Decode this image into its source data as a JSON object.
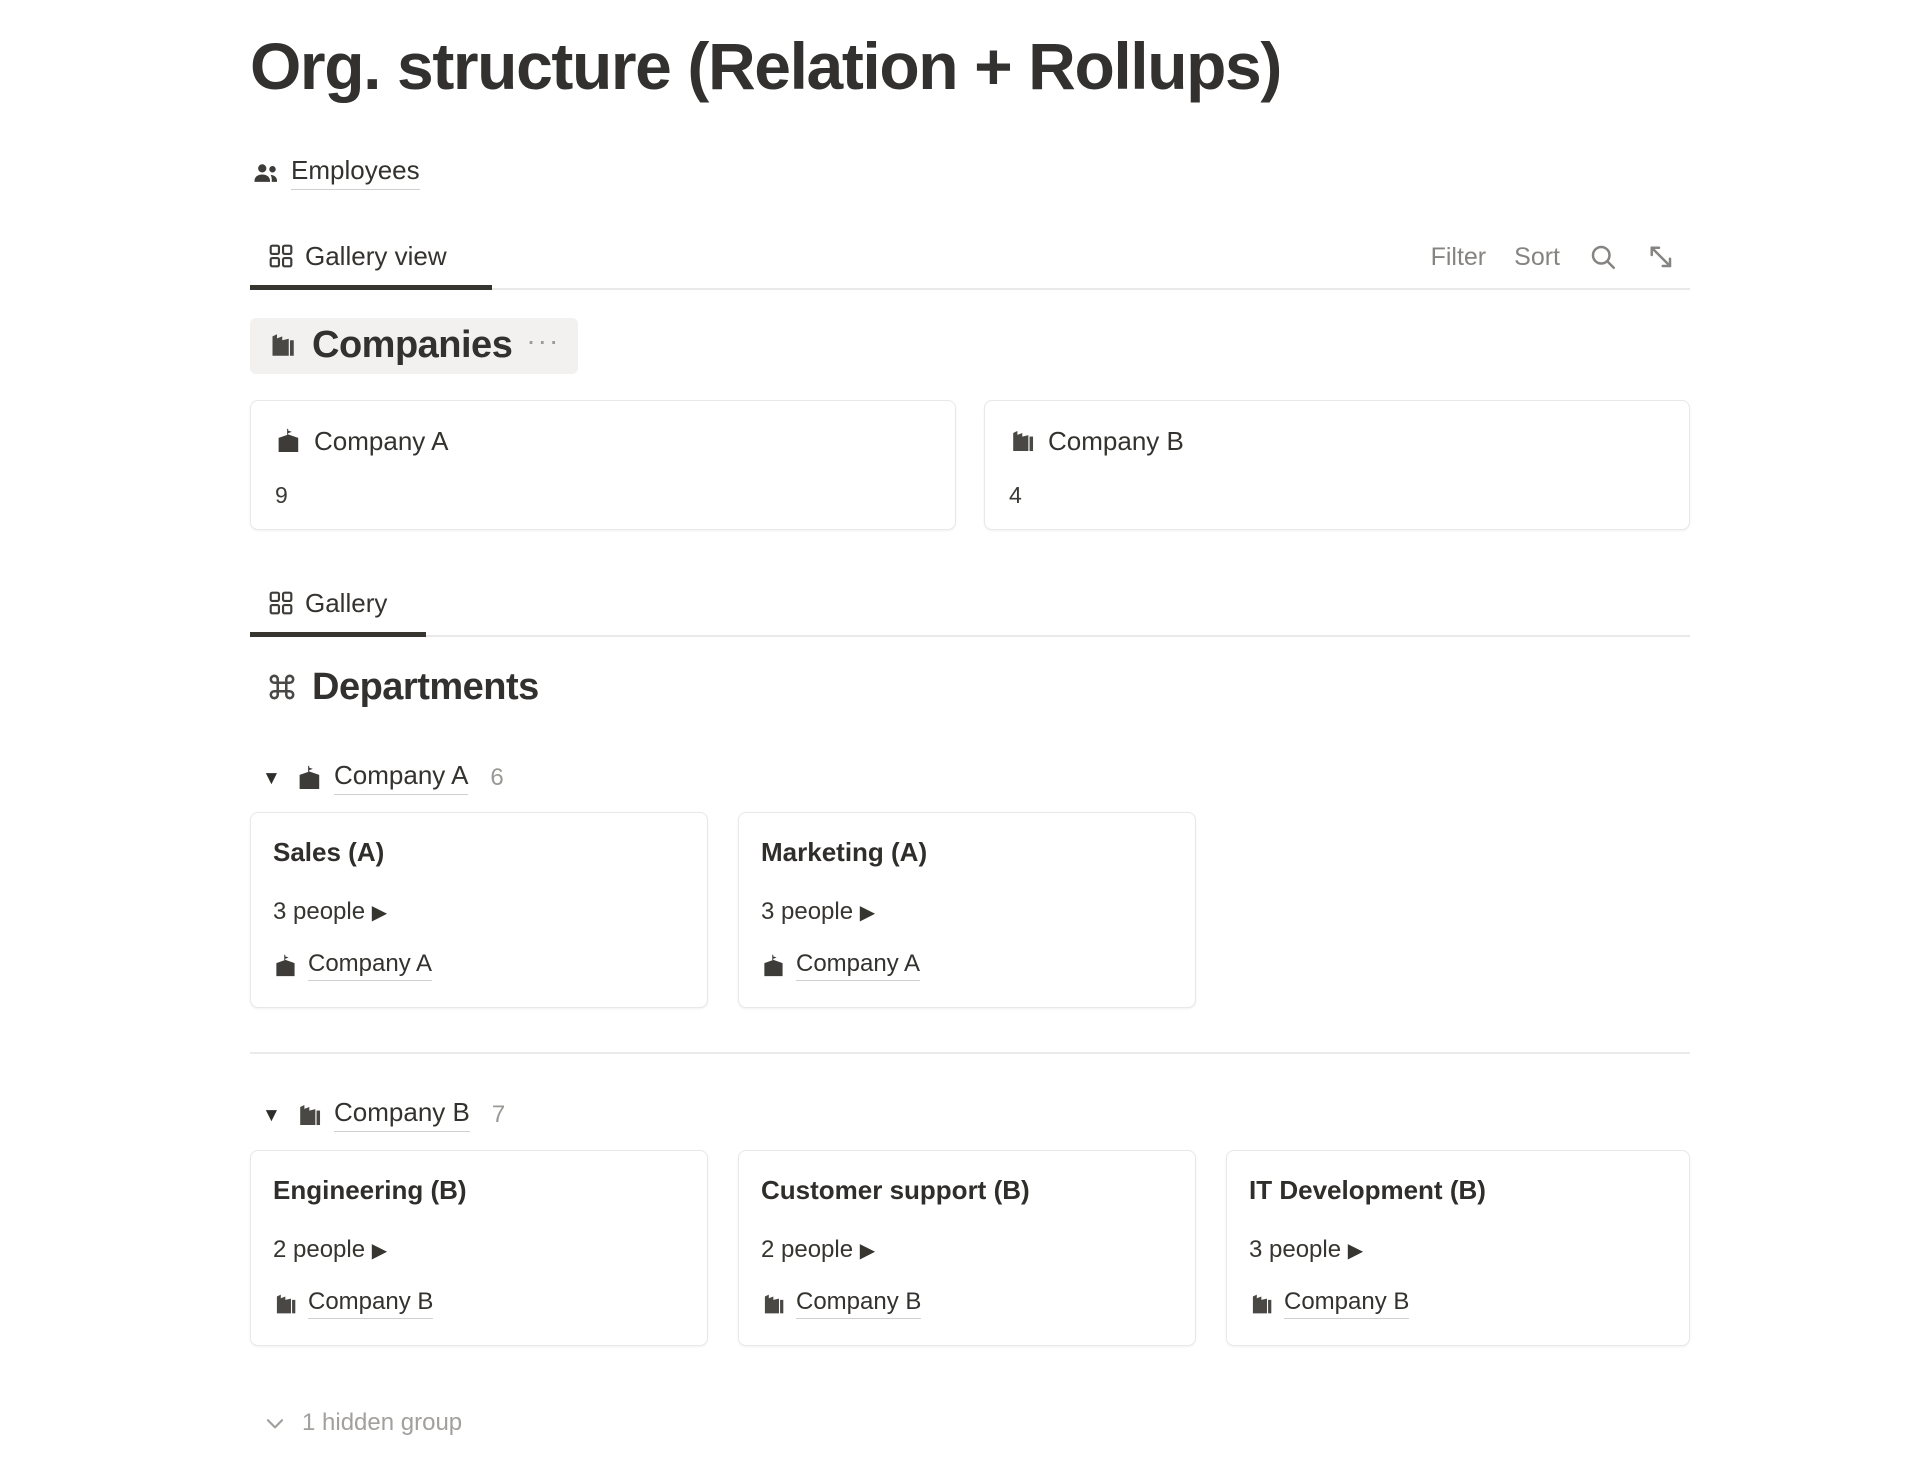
{
  "page": {
    "title": "Org. structure (Relation + Rollups)",
    "breadcrumb": {
      "label": "Employees",
      "icon": "people-group-icon"
    }
  },
  "toolbar": {
    "tab_label": "Gallery view",
    "tab_icon": "gallery-grid-icon",
    "filter_label": "Filter",
    "sort_label": "Sort",
    "search_icon": "search-icon",
    "expand_icon": "expand-diagonal-icon"
  },
  "companies_section": {
    "title": "Companies",
    "icon": "city-buildings-icon",
    "menu_label": "···",
    "cards": [
      {
        "name": "Company A",
        "icon": "school-building-icon",
        "count": "9"
      },
      {
        "name": "Company B",
        "icon": "city-buildings-icon",
        "count": "4"
      }
    ]
  },
  "gallery_tab": {
    "label": "Gallery",
    "icon": "gallery-grid-icon"
  },
  "departments_section": {
    "title": "Departments",
    "icon": "command-symbol-icon",
    "groups": [
      {
        "name": "Company A",
        "icon": "school-building-icon",
        "count": "6",
        "caret": "▼",
        "cards": [
          {
            "title": "Sales (A)",
            "people": "3 people",
            "arrow": "▶",
            "relation": "Company A",
            "relation_icon": "school-building-icon"
          },
          {
            "title": "Marketing (A)",
            "people": "3 people",
            "arrow": "▶",
            "relation": "Company A",
            "relation_icon": "school-building-icon"
          }
        ]
      },
      {
        "name": "Company B",
        "icon": "city-buildings-icon",
        "count": "7",
        "caret": "▼",
        "cards": [
          {
            "title": "Engineering (B)",
            "people": "2 people",
            "arrow": "▶",
            "relation": "Company B",
            "relation_icon": "city-buildings-icon"
          },
          {
            "title": "Customer support (B)",
            "people": "2 people",
            "arrow": "▶",
            "relation": "Company B",
            "relation_icon": "city-buildings-icon"
          },
          {
            "title": "IT Development (B)",
            "people": "3 people",
            "arrow": "▶",
            "relation": "Company B",
            "relation_icon": "city-buildings-icon"
          }
        ]
      }
    ],
    "hidden_group_label": "1 hidden group",
    "hidden_group_caret": "∨"
  },
  "colors": {
    "text": "#32312f",
    "muted": "#9b9996",
    "card_border": "#e8e8e6",
    "pill_bg": "#f2f1f0",
    "active_underline": "#37352f"
  }
}
